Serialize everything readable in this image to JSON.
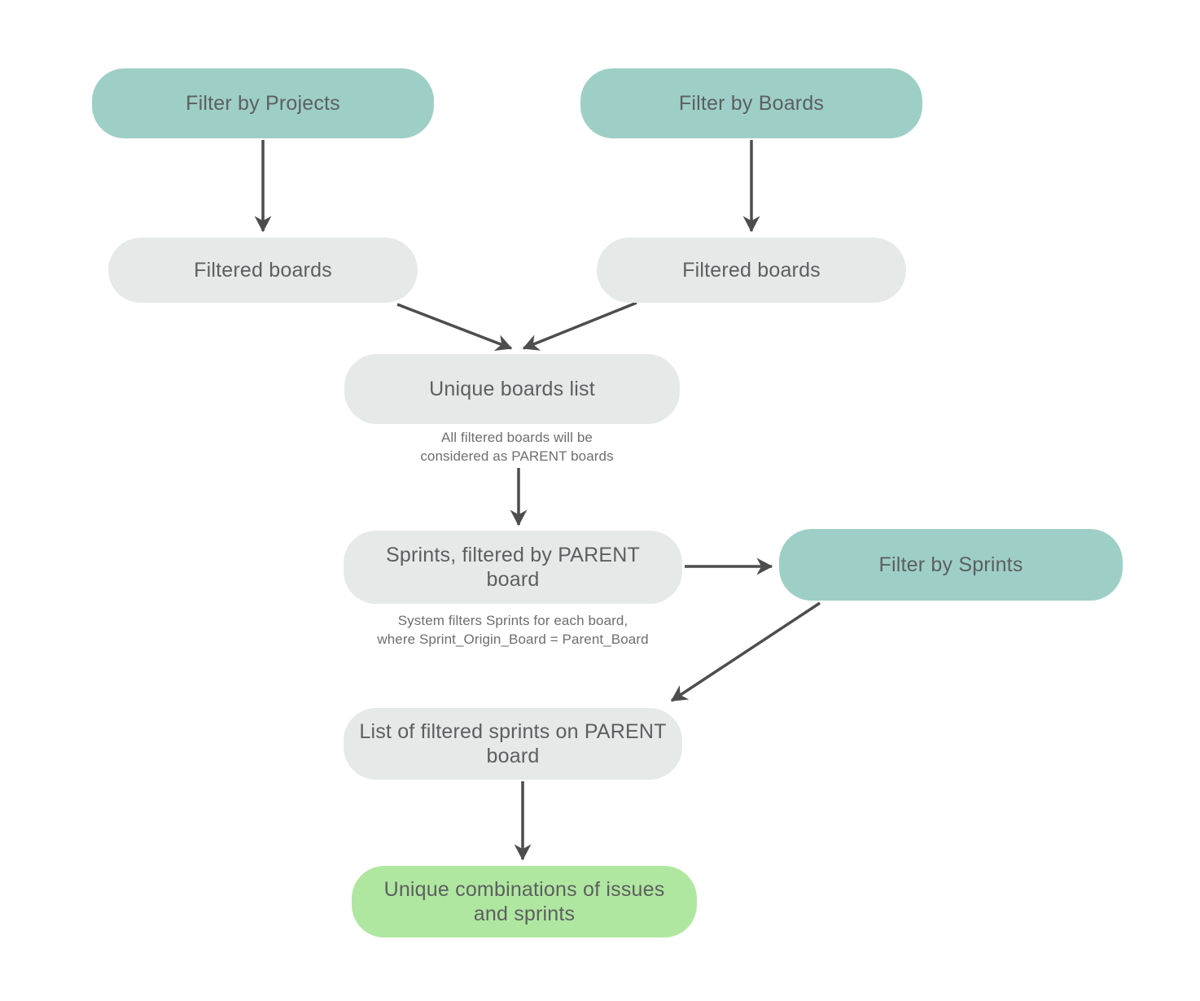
{
  "diagram": {
    "background": "#ffffff",
    "colors": {
      "filter_node": "#9ecfc6",
      "process_node": "#e5eae9",
      "result_node": "#b0e7a0",
      "arrow": "#4d4d4d",
      "label_text": "#5c5f60",
      "note_text": "#6e6e6e"
    },
    "nodes": [
      {
        "id": "filter-by-projects",
        "kind": "filter",
        "label": "Filter by Projects"
      },
      {
        "id": "filter-by-boards",
        "kind": "filter",
        "label": "Filter by Boards"
      },
      {
        "id": "filtered-boards-from-projects",
        "kind": "process",
        "label": "Filtered boards"
      },
      {
        "id": "filtered-boards-from-boards",
        "kind": "process",
        "label": "Filtered boards"
      },
      {
        "id": "unique-boards-list",
        "kind": "process",
        "label": "Unique boards list",
        "note": "All filtered boards will be\nconsidered as PARENT boards"
      },
      {
        "id": "sprints-filtered-by-parent-board",
        "kind": "process",
        "label": "Sprints, filtered by PARENT\nboard",
        "note": "System filters Sprints for each board,\nwhere Sprint_Origin_Board = Parent_Board"
      },
      {
        "id": "filter-by-sprints",
        "kind": "filter",
        "label": "Filter by Sprints"
      },
      {
        "id": "list-of-filtered-sprints-on-parent-board",
        "kind": "process",
        "label": "List of filtered sprints on PARENT\nboard"
      },
      {
        "id": "unique-combinations-of-issues-and-sprints",
        "kind": "result",
        "label": "Unique combinations of issues\nand sprints"
      }
    ],
    "edges": [
      {
        "from": "filter-by-projects",
        "to": "filtered-boards-from-projects"
      },
      {
        "from": "filter-by-boards",
        "to": "filtered-boards-from-boards"
      },
      {
        "from": "filtered-boards-from-projects",
        "to": "unique-boards-list"
      },
      {
        "from": "filtered-boards-from-boards",
        "to": "unique-boards-list"
      },
      {
        "from": "unique-boards-list",
        "to": "sprints-filtered-by-parent-board"
      },
      {
        "from": "sprints-filtered-by-parent-board",
        "to": "filter-by-sprints"
      },
      {
        "from": "filter-by-sprints",
        "to": "list-of-filtered-sprints-on-parent-board"
      },
      {
        "from": "list-of-filtered-sprints-on-parent-board",
        "to": "unique-combinations-of-issues-and-sprints"
      }
    ]
  }
}
